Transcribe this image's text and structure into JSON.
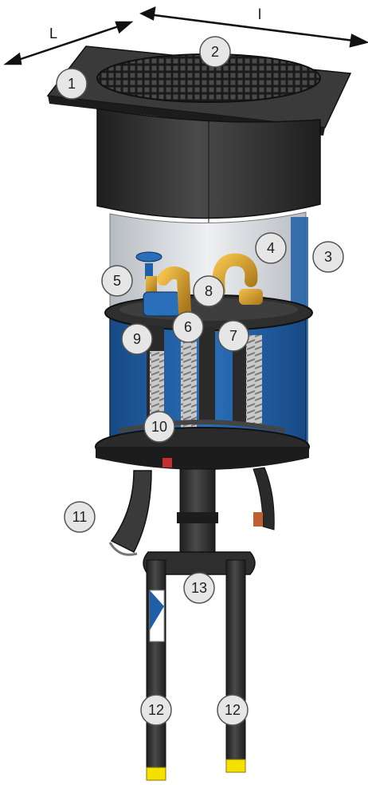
{
  "dimensions": {
    "length_label": "L",
    "width_label": "l"
  },
  "callouts": [
    "1",
    "2",
    "3",
    "4",
    "5",
    "6",
    "7",
    "8",
    "9",
    "10",
    "11",
    "12",
    "12",
    "13"
  ],
  "colors": {
    "body_dark": "#2b2b2b",
    "blue": "#1f5fa8",
    "brass": "#d9a32a",
    "flex_hose": "#c7c7c7",
    "callout_fill": "#e6e6e6",
    "yellow_tip": "#f5e000"
  }
}
